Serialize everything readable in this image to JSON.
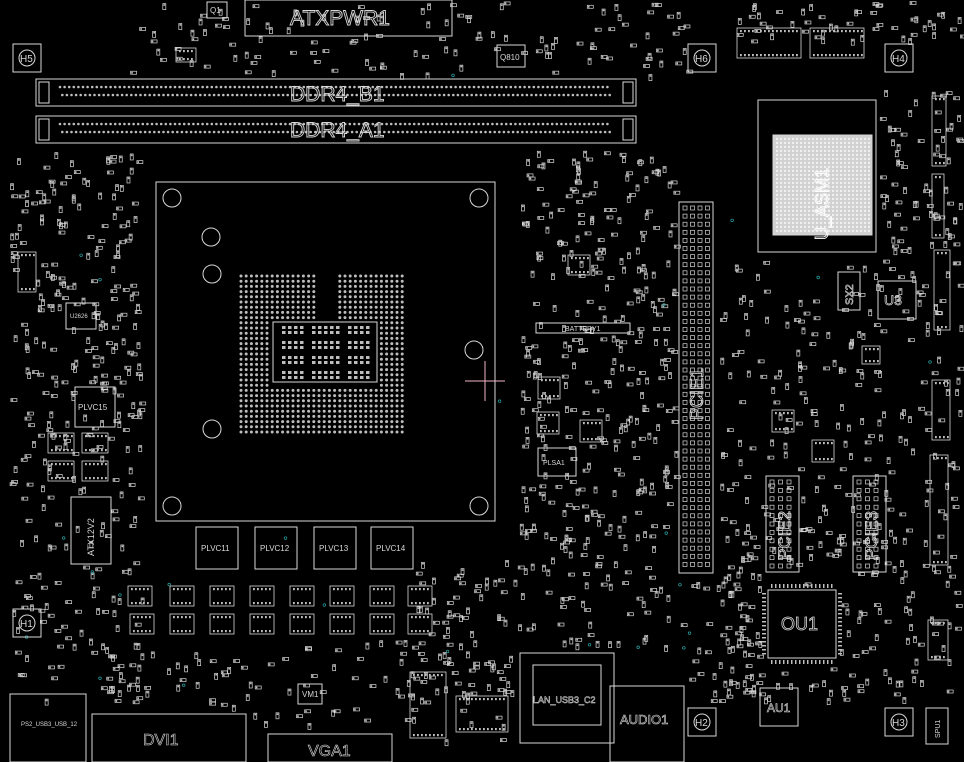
{
  "view": {
    "title": "",
    "background": "#000000",
    "outline_color": "#d8d8d8",
    "fill_color": "#bdbdbd",
    "via_color": "#2aa7a7",
    "cursor_color": "#f2b6c6"
  },
  "labels": {
    "atxpwr": "ATXPWR1",
    "ddr4_b1": "DDR4_B1",
    "ddr4_a1": "DDR4_A1",
    "q810": "Q810",
    "u_pch": "U_ASM1",
    "battery": "BATTERY1",
    "pcie1": "PCIE1",
    "pcie2": "PCIE2",
    "pcie3": "PCIE3",
    "ou1": "OU1",
    "u3": "U3",
    "sx2": "SX2",
    "au1": "AU1",
    "audio1": "AUDIO1",
    "lan_usb": "LAN_USB3_C2",
    "dvi": "DVI1",
    "vga": "VGA1",
    "atx12v": "ATX12V2",
    "plvc15": "PLVC15",
    "plvc11": "PLVC11",
    "plvc12": "PLVC12",
    "plvc13": "PLVC13",
    "plvc14": "PLVC14",
    "plsa1": "PLSA1",
    "spu1": "SPU1",
    "u2626": "U2626",
    "ps2": "PS2_USB3_USB_12",
    "h1": "H1",
    "h2": "H2",
    "h3": "H3",
    "h4": "H4",
    "h5": "H5",
    "h6": "H6",
    "vm1": "VM1",
    "q1": "Q1"
  }
}
